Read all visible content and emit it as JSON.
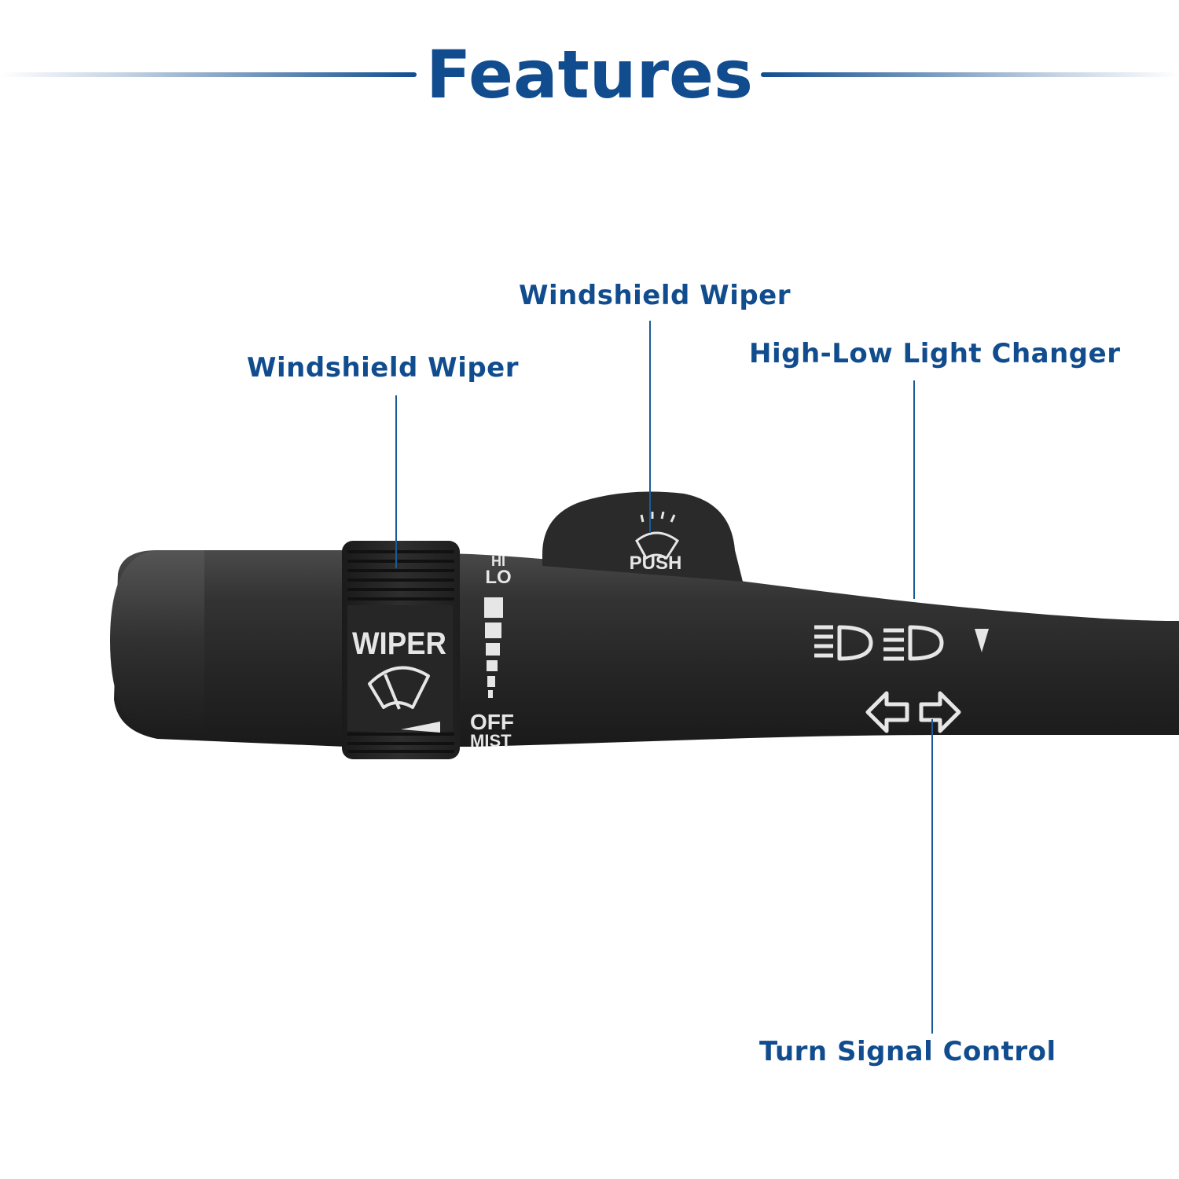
{
  "title": "Features",
  "callouts": {
    "wiper_dial": "Windshield Wiper",
    "wiper_push": "Windshield Wiper",
    "high_low": "High-Low Light Changer",
    "turn_signal": "Turn Signal Control"
  },
  "product_marks": {
    "wiper_label": "WIPER",
    "push_label": "PUSH",
    "hi_label": "HI",
    "lo_label": "LO",
    "off_label": "OFF",
    "mist_label": "MIST"
  },
  "icons": {
    "dial_icon": "windshield-wiper-icon",
    "push_icon": "washer-spray-icon",
    "beam_icons": "headlight-beam-icon",
    "turn_icons": "turn-arrow-icon"
  },
  "colors": {
    "accent": "#114d8e",
    "stalk": "#2b2b2b",
    "marking": "#e6e6e6"
  }
}
